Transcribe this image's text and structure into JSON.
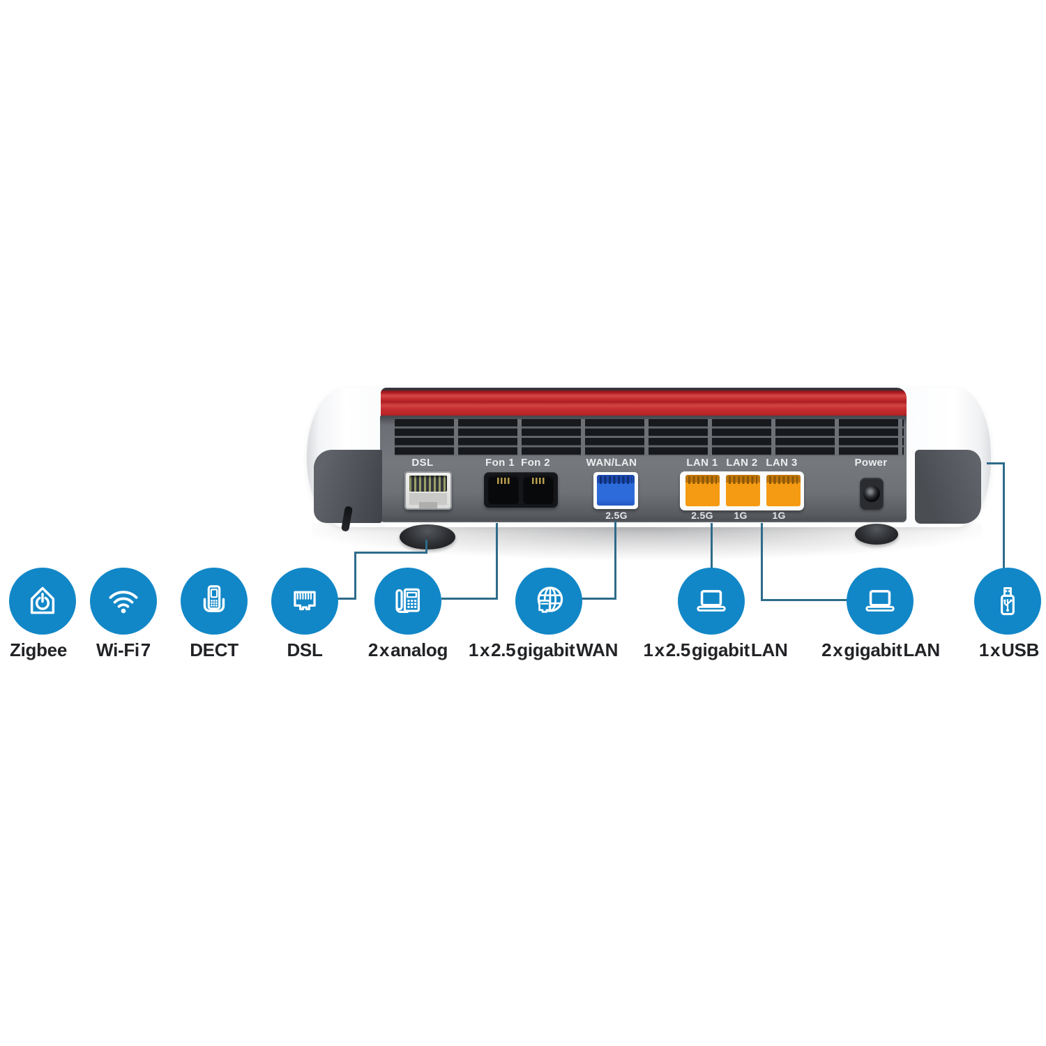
{
  "device": {
    "ports": [
      {
        "id": "dsl",
        "label": "DSL",
        "speed": ""
      },
      {
        "id": "fon1",
        "label": "Fon 1",
        "speed": ""
      },
      {
        "id": "fon2",
        "label": "Fon 2",
        "speed": ""
      },
      {
        "id": "wan",
        "label": "WAN/LAN",
        "speed": "2.5G"
      },
      {
        "id": "lan1",
        "label": "LAN 1",
        "speed": "2.5G"
      },
      {
        "id": "lan2",
        "label": "LAN 2",
        "speed": "1G"
      },
      {
        "id": "lan3",
        "label": "LAN 3",
        "speed": "1G"
      },
      {
        "id": "power",
        "label": "Power",
        "speed": ""
      }
    ]
  },
  "features": [
    {
      "icon": "smart-home-zigbee-icon",
      "label": "Zigbee"
    },
    {
      "icon": "wifi-icon",
      "label": "Wi-Fi 7"
    },
    {
      "icon": "dect-handset-icon",
      "label": "DECT"
    },
    {
      "icon": "dsl-jack-icon",
      "label": "DSL"
    },
    {
      "icon": "analog-phone-icon",
      "label": "2 x analog"
    },
    {
      "icon": "internet-globe-icon",
      "label": "1 x 2.5 gigabit WAN"
    },
    {
      "icon": "laptop-icon",
      "label": "1 x 2.5 gigabit LAN"
    },
    {
      "icon": "laptop-icon",
      "label": "2 x gigabit LAN"
    },
    {
      "icon": "usb-stick-icon",
      "label": "1 x USB"
    }
  ],
  "colors": {
    "feature_blue": "#1287c7",
    "callout_line": "#2e6b8a",
    "brand_red": "#c22629",
    "panel_gray": "#6e7176",
    "wan_port_blue": "#2d6bdb",
    "lan_port_orange": "#f59b13"
  }
}
